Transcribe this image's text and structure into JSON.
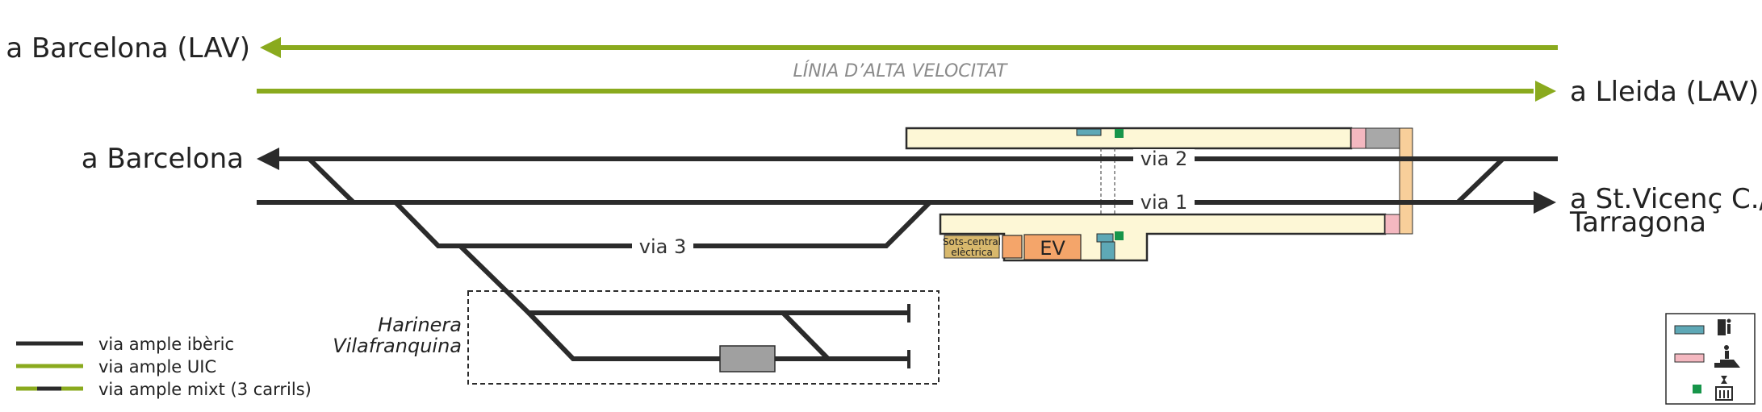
{
  "destinations": {
    "bcn_lav": "a Barcelona (LAV)",
    "lleida_lav": "a Lleida (LAV)",
    "bcn": "a Barcelona",
    "st_vicenc_1": "a St.Vicenç C./",
    "st_vicenc_2": "Tarragona"
  },
  "labels": {
    "hsl": "LÍNIA D’ALTA VELOCITAT",
    "via1": "via 1",
    "via2": "via 2",
    "via3": "via 3",
    "facility_1": "Harinera",
    "facility_2": "Vilafranquina",
    "substation_1": "Sots-central",
    "substation_2": "elèctrica",
    "ev": "EV"
  },
  "legend": {
    "items": [
      {
        "label": "via ample ibèric"
      },
      {
        "label": "via ample UIC"
      },
      {
        "label": "via ample mixt (3 carrils)"
      }
    ]
  },
  "colors": {
    "track_iberian": "#2b2b2b",
    "track_uic": "#8aaa1e",
    "platform": "#fdf7d6",
    "stair": "#f4b8c0",
    "underpass": "#f8cf9a",
    "ev": "#f4a56a",
    "substation": "#d8b86c",
    "ticket": "#5ea8b6",
    "lift": "#17954a",
    "grey": "#a0a0a0"
  },
  "icons": {
    "ticket": "ticket-machine-icon",
    "stairs": "stairs-icon",
    "lift": "lift-icon"
  }
}
